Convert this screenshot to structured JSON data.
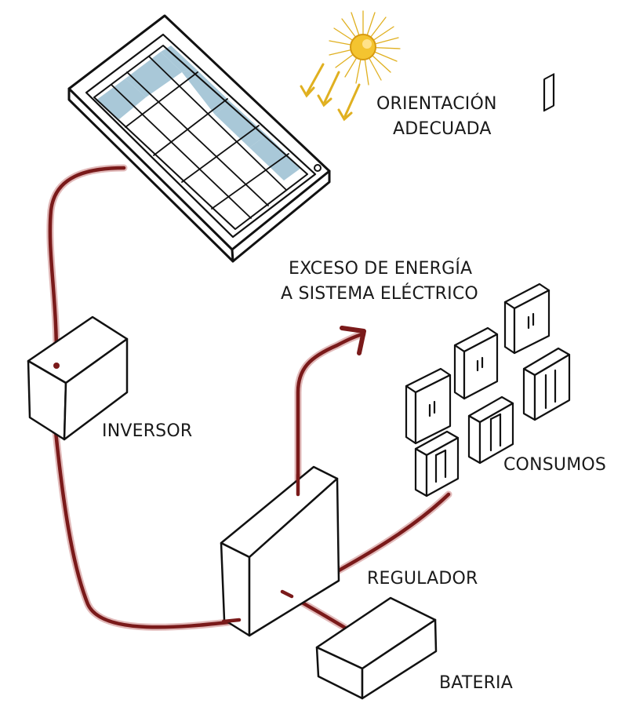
{
  "labels": {
    "orientation_line1": "ORIENTACIÓN",
    "orientation_line2": "ADECUADA",
    "excess_line1": "EXCESO DE ENERGÍA",
    "excess_line2": "A SISTEMA ELÉCTRICO",
    "inverter": "INVERSOR",
    "consumers": "CONSUMOS",
    "regulator": "REGULADOR",
    "battery": "BATERIA"
  },
  "colors": {
    "cable": "#7a1a1a",
    "cable_glow": "#c98080",
    "ink": "#111111",
    "panel_cells": "#a9c8d8",
    "sun": "#f4c430",
    "sun_rays": "#e0b020"
  }
}
